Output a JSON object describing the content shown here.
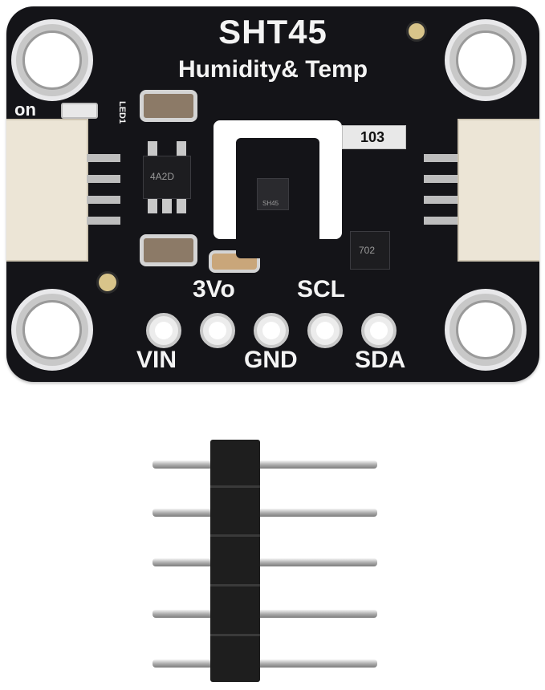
{
  "board": {
    "title": "SHT45",
    "subtitle": "Humidity& Temp",
    "led_label": "on",
    "led_id": "LED1",
    "pin_labels_top": [
      "3Vo",
      "SCL"
    ],
    "pin_labels_bottom": [
      "VIN",
      "GND",
      "SDA"
    ],
    "resistor_code": "103",
    "regulator_code": "4A2D",
    "mosfet_code": "702",
    "sensor_code": "SH45"
  },
  "colors": {
    "pcb": "#141418",
    "silkscreen": "#f4f4f4",
    "connector": "#ece5d6",
    "header": "#1e1e1e"
  },
  "icons": [
    "mounting-hole-icon",
    "stemma-qt-connector-icon",
    "pin-header-icon"
  ]
}
